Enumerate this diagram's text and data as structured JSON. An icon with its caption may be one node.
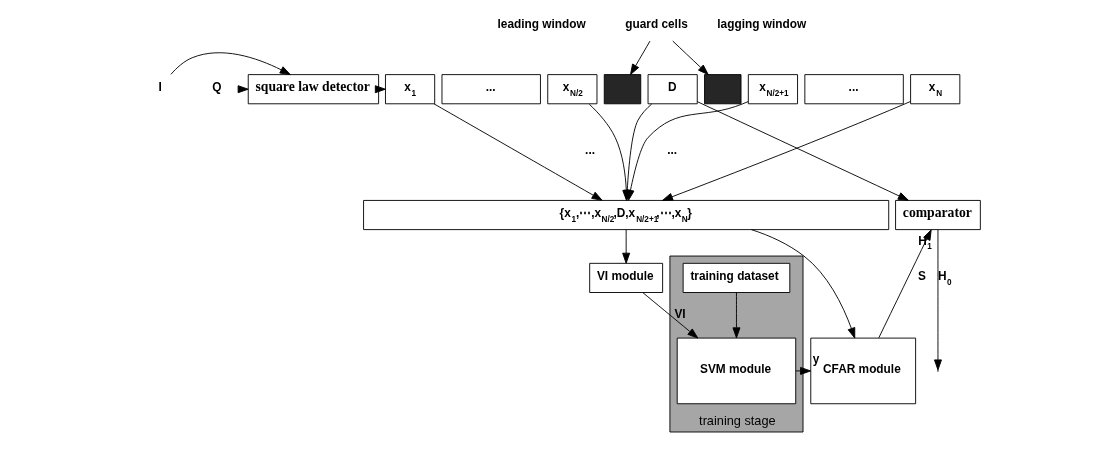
{
  "diagram": {
    "nodes": [
      {
        "text": [
          "I"
        ]
      },
      {
        "text": [
          "Q"
        ]
      },
      {
        "text": [
          "square law detector"
        ]
      },
      {
        "text": [
          "x$_{1}$"
        ]
      },
      {
        "text": [
          "..."
        ]
      },
      {
        "text": [
          "x$_{N/2}$"
        ]
      },
      {
        "text": [],
        "shape": "box"
      },
      {
        "text": [
          "D"
        ]
      },
      {
        "text": [],
        "shape": "box"
      },
      {
        "text": [
          "x$_{N/2+1}$"
        ]
      },
      {
        "text": [
          "..."
        ]
      },
      {
        "text": [
          "x$_{N}$"
        ]
      },
      {
        "text": [
          "guard cells"
        ]
      },
      {
        "text": [
          "comparator"
        ]
      },
      {
        "text": [
          "{x$_{1}$,⋯,x$_{N/2}$,D,x$_{N/2+1}$,⋯,x$_{N}$}"
        ]
      },
      {
        "text": [
          "VI module"
        ]
      },
      {
        "text": [
          "training stage"
        ]
      },
      {
        "text": [
          "SVM module"
        ],
        "in": 16
      },
      {
        "text": [
          "training dataset"
        ],
        "in": 16
      },
      {
        "text": [
          "CFAR module"
        ]
      }
    ],
    "edges": [
      {
        "from": 0,
        "to": 2,
        "arrow": "to"
      },
      {
        "from": 1,
        "to": 2,
        "arrow": "to"
      },
      {
        "from": 2,
        "to": 3,
        "arrow": "to"
      },
      {
        "from": 12,
        "to": 6,
        "arrow": "to"
      },
      {
        "from": 12,
        "to": 8,
        "arrow": "to"
      },
      {
        "from": 7,
        "to": 13,
        "arrow": "to"
      },
      {
        "from": 3,
        "to": 14,
        "arrow": "to"
      },
      {
        "from": 5,
        "to": 14,
        "arrow": "to"
      },
      {
        "from": 7,
        "to": 14,
        "arrow": "to"
      },
      {
        "from": 9,
        "to": 14,
        "arrow": "to"
      },
      {
        "from": 11,
        "to": 14,
        "arrow": "to"
      },
      {
        "from": 14,
        "to": 15,
        "arrow": "to"
      },
      {
        "from": 15,
        "to": 17,
        "label": "VI",
        "arrow": "to"
      },
      {
        "from": 18,
        "to": 17,
        "arrow": "to"
      },
      {
        "from": 17,
        "to": 19,
        "label": "y",
        "arrow": "to"
      },
      {
        "from": 14,
        "to": 19,
        "arrow": "to"
      },
      {
        "from": 19,
        "to": 13,
        "label": "S",
        "arrow": "to"
      },
      {
        "from": 13,
        "to": null,
        "arrow": "to"
      }
    ],
    "labels": [
      "leading window",
      "lagging window",
      "...",
      "...",
      "H$_{1}$",
      "H$_{0}$"
    ]
  }
}
